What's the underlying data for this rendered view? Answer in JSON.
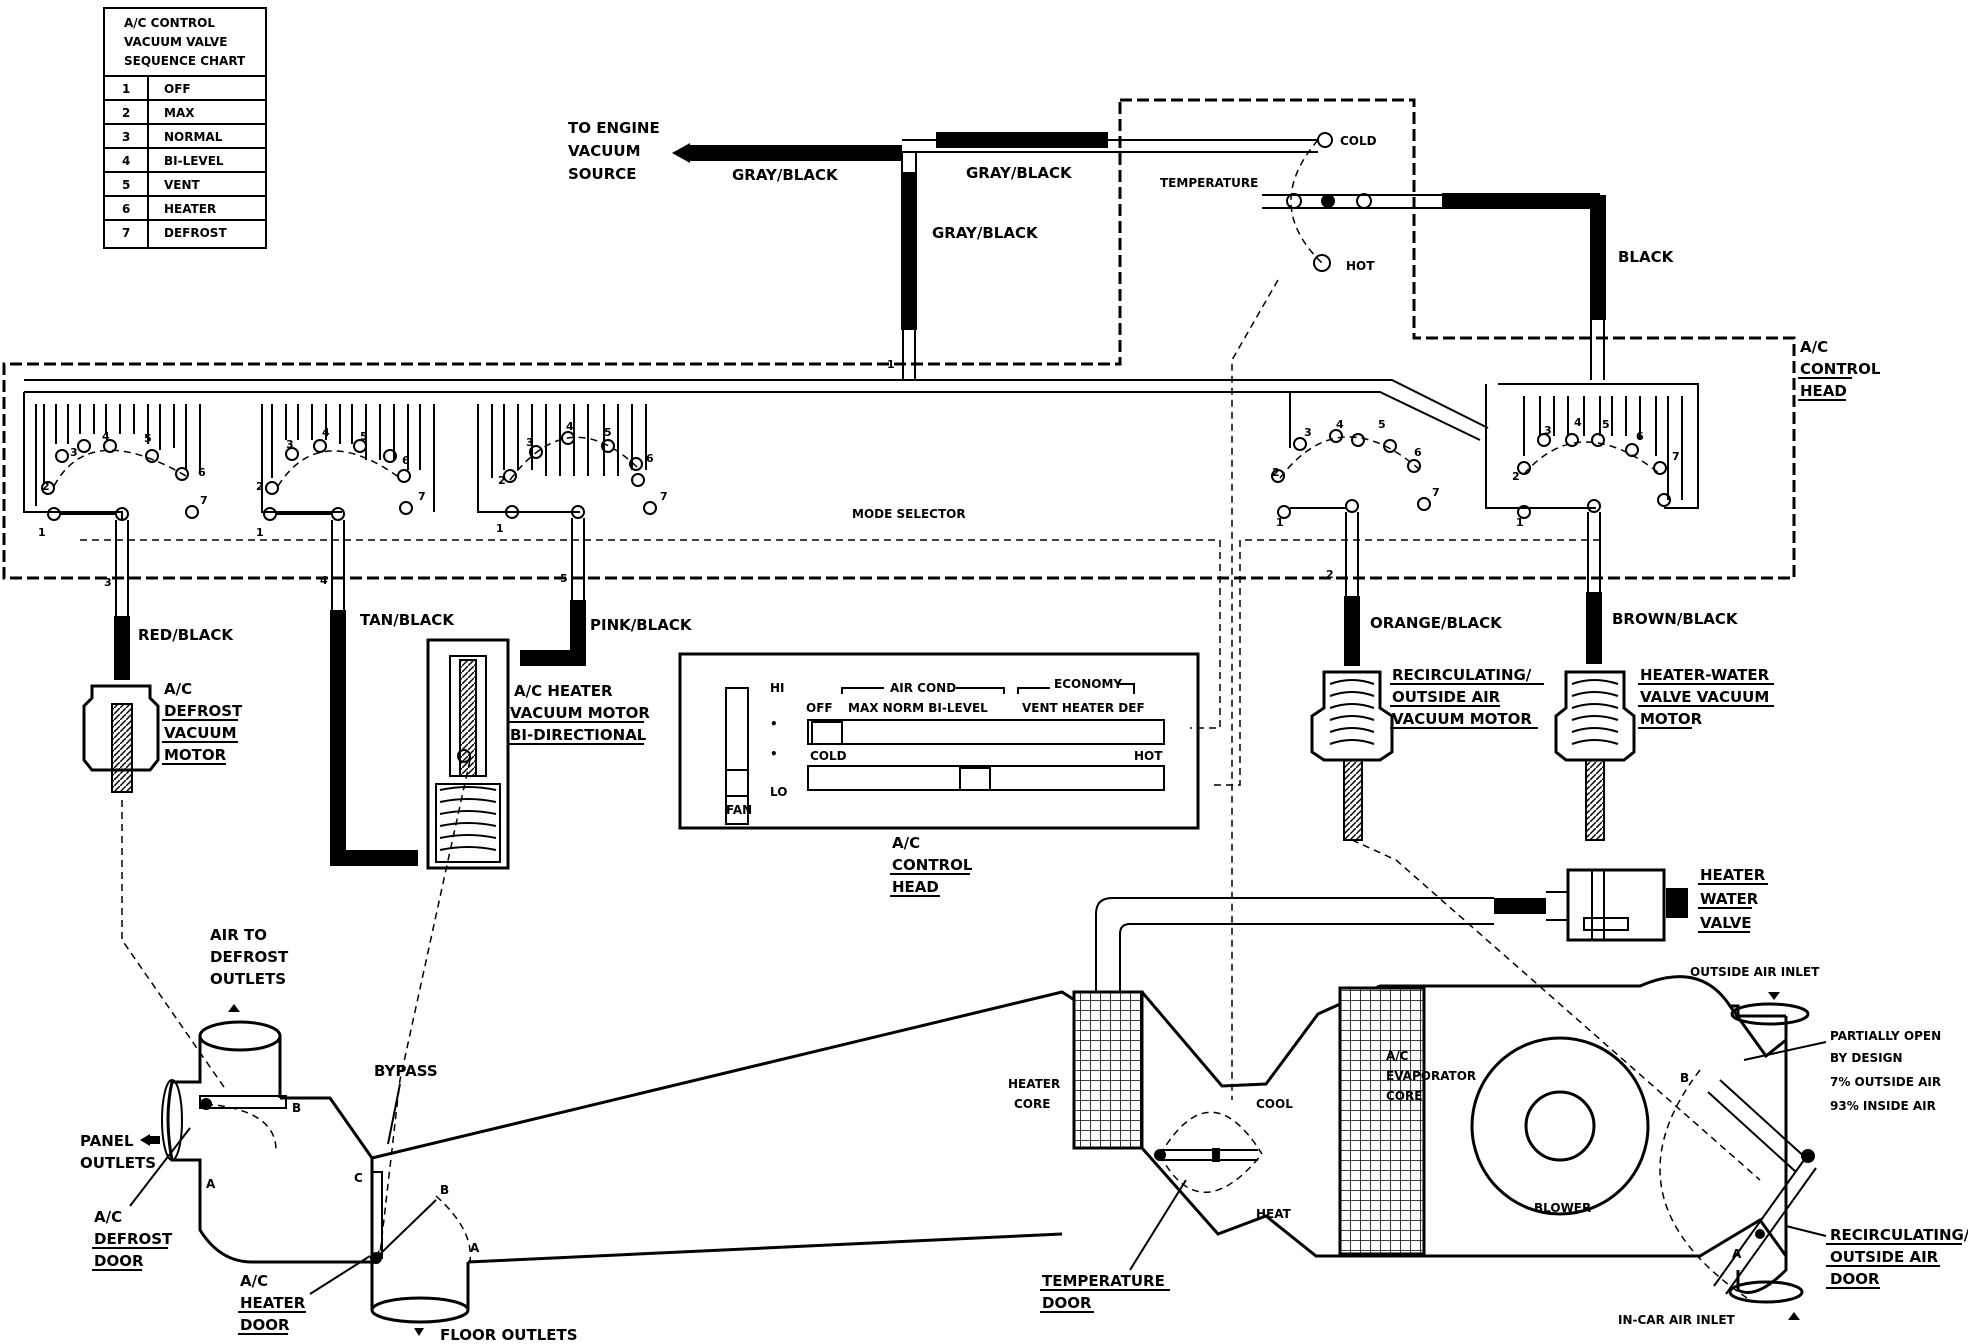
{
  "sequence_chart": {
    "title_lines": [
      "A/C CONTROL",
      "VACUUM VALVE",
      "SEQUENCE CHART"
    ],
    "rows": [
      {
        "num": "1",
        "label": "OFF"
      },
      {
        "num": "2",
        "label": "MAX"
      },
      {
        "num": "3",
        "label": "NORMAL"
      },
      {
        "num": "4",
        "label": "BI-LEVEL"
      },
      {
        "num": "5",
        "label": "VENT"
      },
      {
        "num": "6",
        "label": "HEATER"
      },
      {
        "num": "7",
        "label": "DEFROST"
      }
    ]
  },
  "source": {
    "line1": "TO ENGINE",
    "line2": "VACUUM",
    "line3": "SOURCE"
  },
  "hoses": {
    "gray_left": "GRAY/BLACK",
    "gray_right": "GRAY/BLACK",
    "gray_down": "GRAY/BLACK",
    "black": "BLACK",
    "red": "RED/BLACK",
    "tan": "TAN/BLACK",
    "pink": "PINK/BLACK",
    "orange": "ORANGE/BLACK",
    "brown": "BROWN/BLACK"
  },
  "temperature_valve": {
    "label": "TEMPERATURE",
    "cold": "COLD",
    "hot": "HOT"
  },
  "control_head_box": {
    "line1": "A/C",
    "line2": "CONTROL",
    "line3": "HEAD"
  },
  "mode_selector": "MODE SELECTOR",
  "valve_numbers": [
    "1",
    "2",
    "3",
    "4",
    "5",
    "6",
    "7"
  ],
  "port_numbers": {
    "p3": "3",
    "p4": "4",
    "p5": "5",
    "p2": "2",
    "p1": "1"
  },
  "motors": {
    "defrost": [
      "A/C",
      "DEFROST",
      "VACUUM",
      "MOTOR"
    ],
    "heater": [
      "A/C HEATER",
      "VACUUM MOTOR",
      "BI-DIRECTIONAL"
    ],
    "recirc": [
      "RECIRCULATING/",
      "OUTSIDE AIR",
      "VACUUM MOTOR"
    ],
    "water_valve": [
      "HEATER-WATER",
      "VALVE VACUUM",
      "MOTOR"
    ]
  },
  "panel": {
    "hi": "HI",
    "lo": "LO",
    "fan": "FAN",
    "air_cond": "AIR COND",
    "economy": "ECONOMY",
    "off": "OFF",
    "modes": "MAX NORM BI-LEVEL",
    "modes2": "VENT   HEATER  DEF",
    "cold": "COLD",
    "hot": "HOT",
    "caption": [
      "A/C",
      "CONTROL",
      "HEAD"
    ]
  },
  "heater_water_valve": [
    "HEATER",
    "WATER",
    "VALVE"
  ],
  "air_system": {
    "air_to_defrost": [
      "AIR TO",
      "DEFROST",
      "OUTLETS"
    ],
    "panel_outlets": [
      "PANEL",
      "OUTLETS"
    ],
    "defrost_door": [
      "A/C",
      "DEFROST",
      "DOOR"
    ],
    "bypass": "BYPASS",
    "heater_door": [
      "A/C",
      "HEATER",
      "DOOR"
    ],
    "floor_outlets": "FLOOR OUTLETS",
    "heater_core": [
      "HEATER",
      "CORE"
    ],
    "evaporator": [
      "A/C",
      "EVAPORATOR",
      "CORE"
    ],
    "cool": "COOL",
    "heat": "HEAT",
    "blower": "BLOWER",
    "temperature_door": [
      "TEMPERATURE",
      "DOOR"
    ],
    "outside_air_inlet": "OUTSIDE AIR INLET",
    "partially_open": [
      "PARTIALLY OPEN",
      "BY DESIGN",
      "7% OUTSIDE AIR",
      "93% INSIDE AIR"
    ],
    "recirc_door": [
      "RECIRCULATING/",
      "OUTSIDE AIR",
      "DOOR"
    ],
    "in_car_air_inlet": "IN-CAR AIR INLET",
    "letters": {
      "a": "A",
      "b": "B",
      "c": "C"
    }
  }
}
